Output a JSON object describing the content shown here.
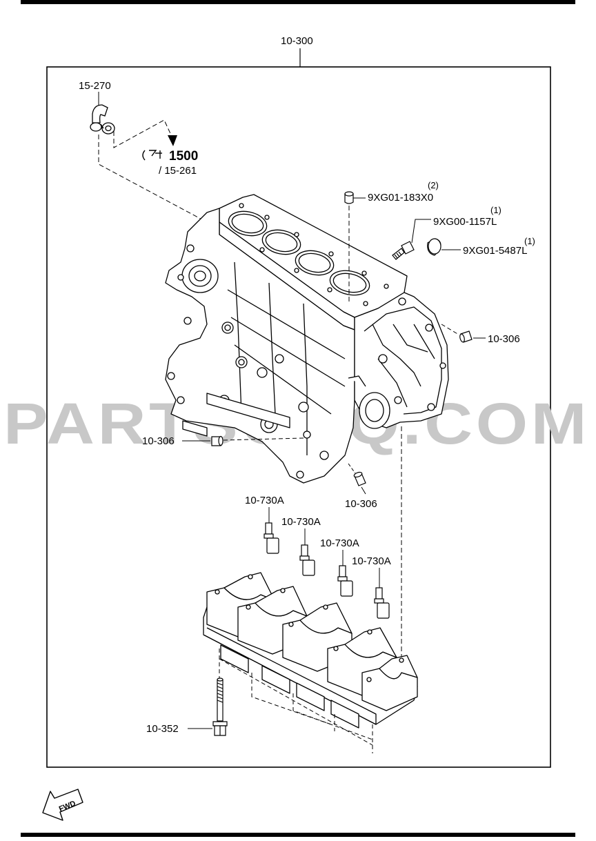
{
  "diagram": {
    "assembly_label": "10-300",
    "labels": {
      "pcv_fitting": "15-270",
      "ref_group": "1500",
      "ref_sub": "/ 15-261",
      "plug_top": "9XG01-183X0",
      "plug_top_qty": "(2)",
      "bolt_right": "9XG00-1157L",
      "bolt_right_qty": "(1)",
      "cap_right": "9XG01-5487L",
      "cap_right_qty": "(1)",
      "dowel_right": "10-306",
      "dowel_left": "10-306",
      "dowel_bottom": "10-306",
      "jet_1": "10-730A",
      "jet_2": "10-730A",
      "jet_3": "10-730A",
      "jet_4": "10-730A",
      "main_bolt": "10-352"
    },
    "fwd_label": "FWD",
    "watermark": "PARTSOUQ.COM"
  },
  "icons": {
    "reference_icon": "see-reference-icon",
    "direction_icon": "fwd-arrow-icon"
  },
  "colors": {
    "line": "#000000",
    "watermark": "#c8c8c8",
    "background": "#ffffff"
  }
}
